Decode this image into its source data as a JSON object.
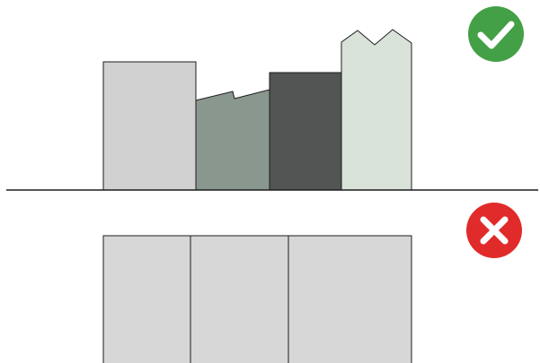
{
  "correct_example": {
    "status_icon": "check-circle-icon",
    "status_color": "#43a047",
    "buildings": [
      {
        "name": "building-1",
        "fill": "#d1d1d1"
      },
      {
        "name": "building-2",
        "fill": "#89978f"
      },
      {
        "name": "building-3",
        "fill": "#525554"
      },
      {
        "name": "building-4",
        "fill": "#d8e2d9"
      }
    ]
  },
  "incorrect_example": {
    "status_icon": "x-circle-icon",
    "status_color": "#e12b2b",
    "block_fill": "#d7d7d7",
    "block_count": 3
  },
  "colors": {
    "stroke": "#1d1d1d",
    "ground": "#1d1d1d",
    "background": "#ffffff"
  }
}
